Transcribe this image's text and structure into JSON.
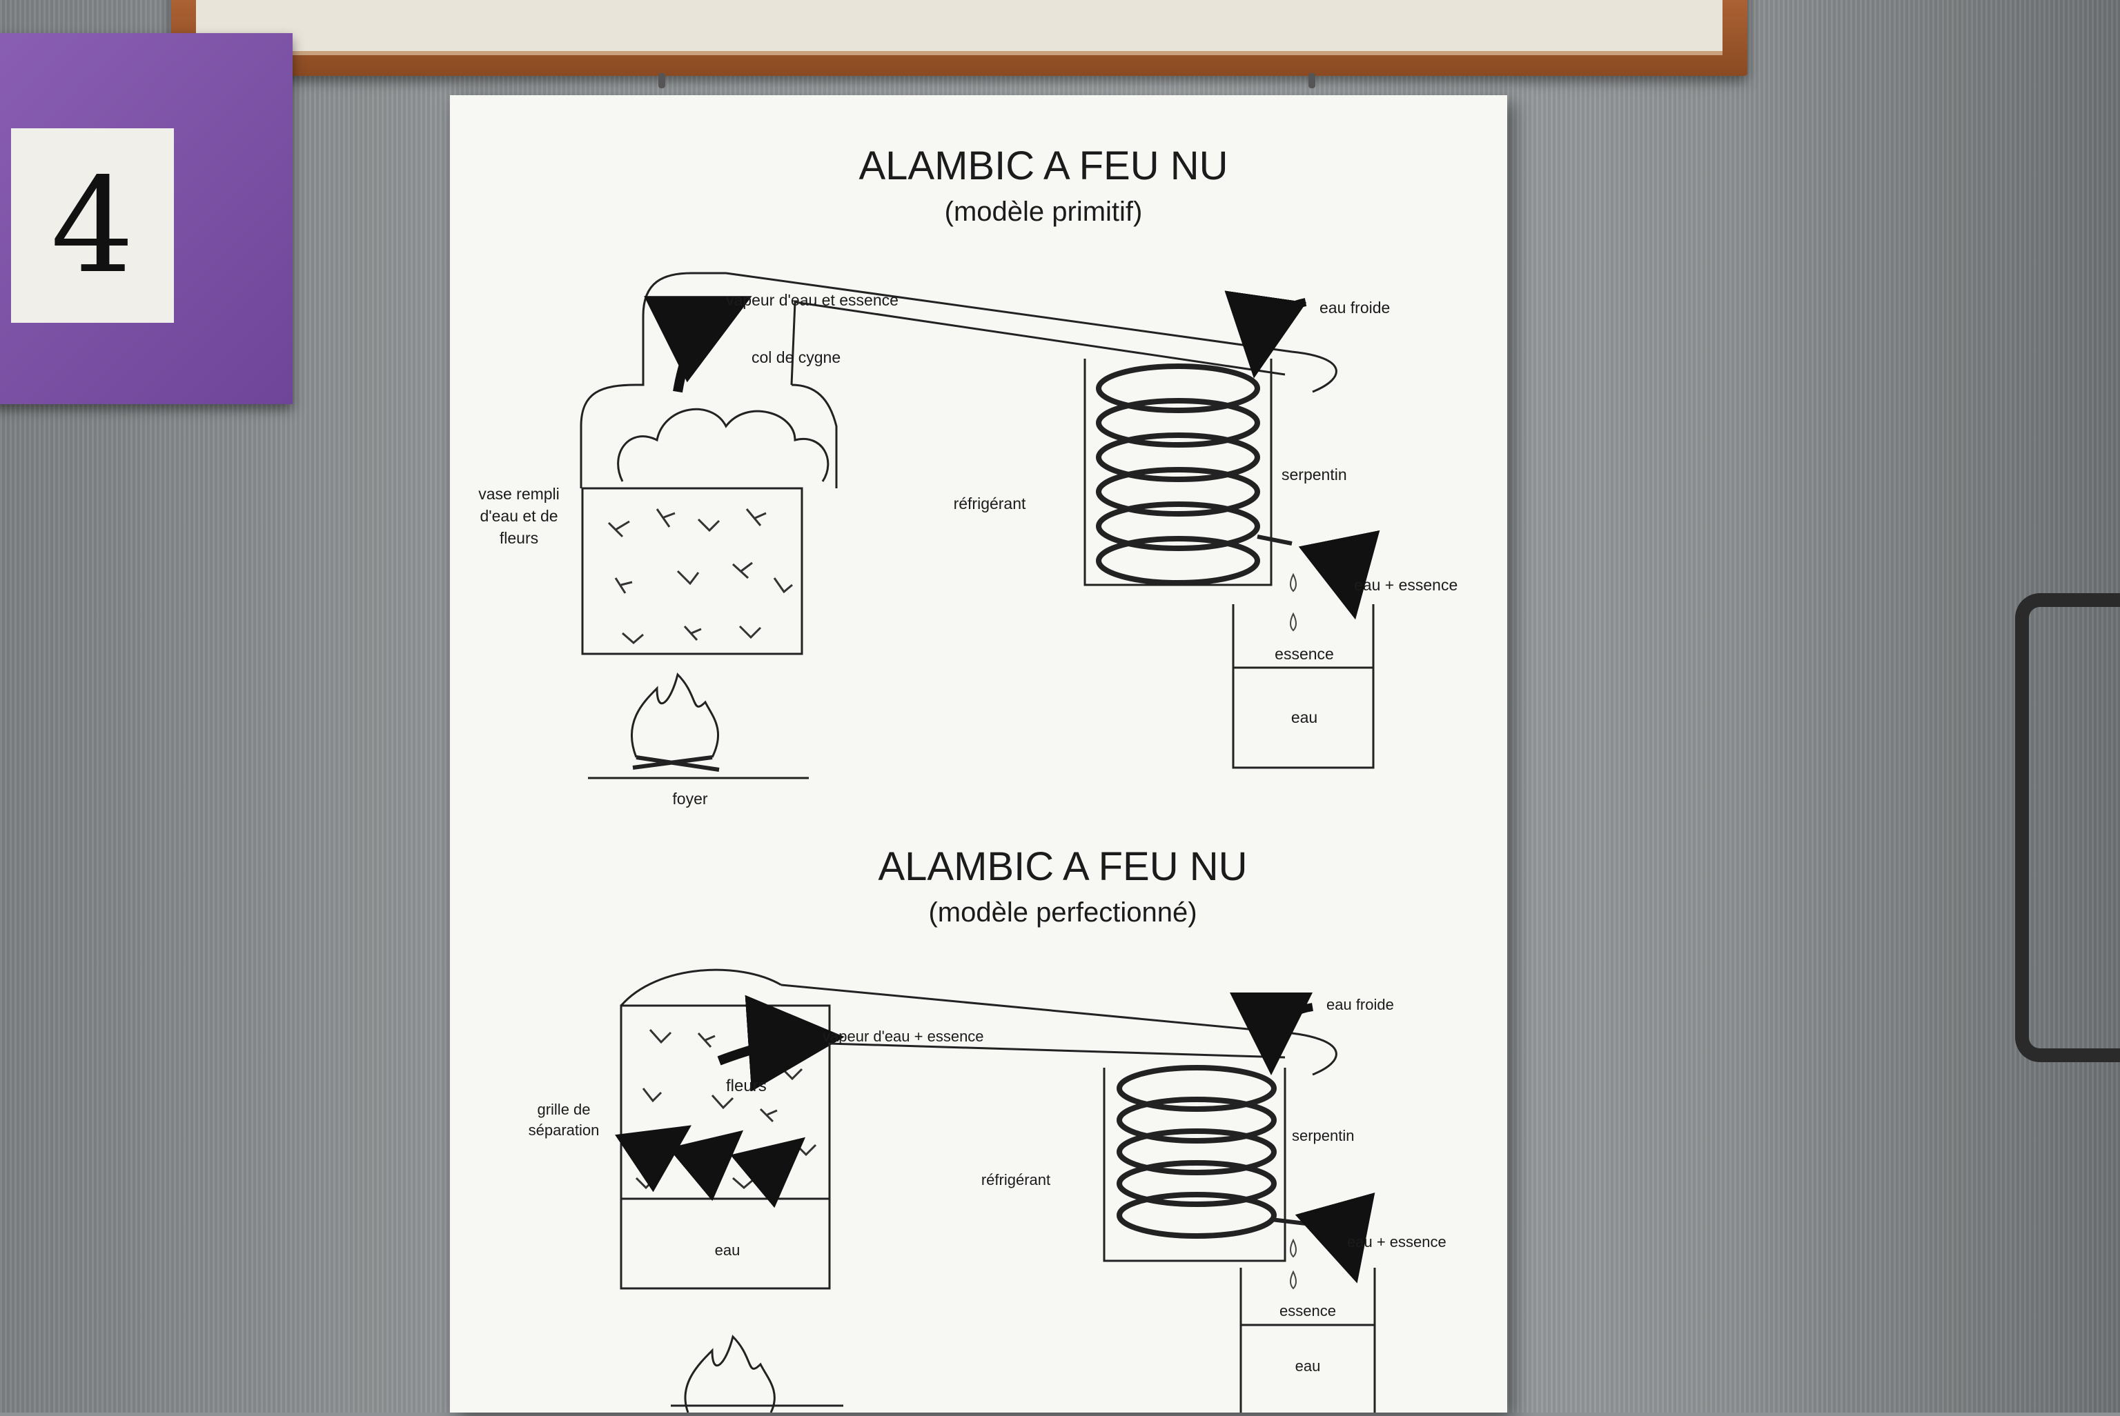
{
  "frame_number": "4",
  "top": {
    "title": "ALAMBIC A FEU NU",
    "subtitle": "(modèle primitif)",
    "labels": {
      "vapor": "vapeur d'eau et essence",
      "neck": "col de cygne",
      "cold_water": "eau froide",
      "vessel_1": "vase rempli",
      "vessel_2": "d'eau et de",
      "vessel_3": "fleurs",
      "cooler": "réfrigérant",
      "coil": "serpentin",
      "out": "eau + essence",
      "essence": "essence",
      "water": "eau",
      "hearth": "foyer"
    }
  },
  "bottom": {
    "title": "ALAMBIC A FEU NU",
    "subtitle": "(modèle perfectionné)",
    "labels": {
      "vapor": "vapeur d'eau + essence",
      "cold_water": "eau froide",
      "flowers": "fleurs",
      "grid_1": "grille de",
      "grid_2": "séparation",
      "cooler": "réfrigérant",
      "coil": "serpentin",
      "out": "eau + essence",
      "water_vessel": "eau",
      "essence": "essence",
      "water": "eau"
    }
  }
}
